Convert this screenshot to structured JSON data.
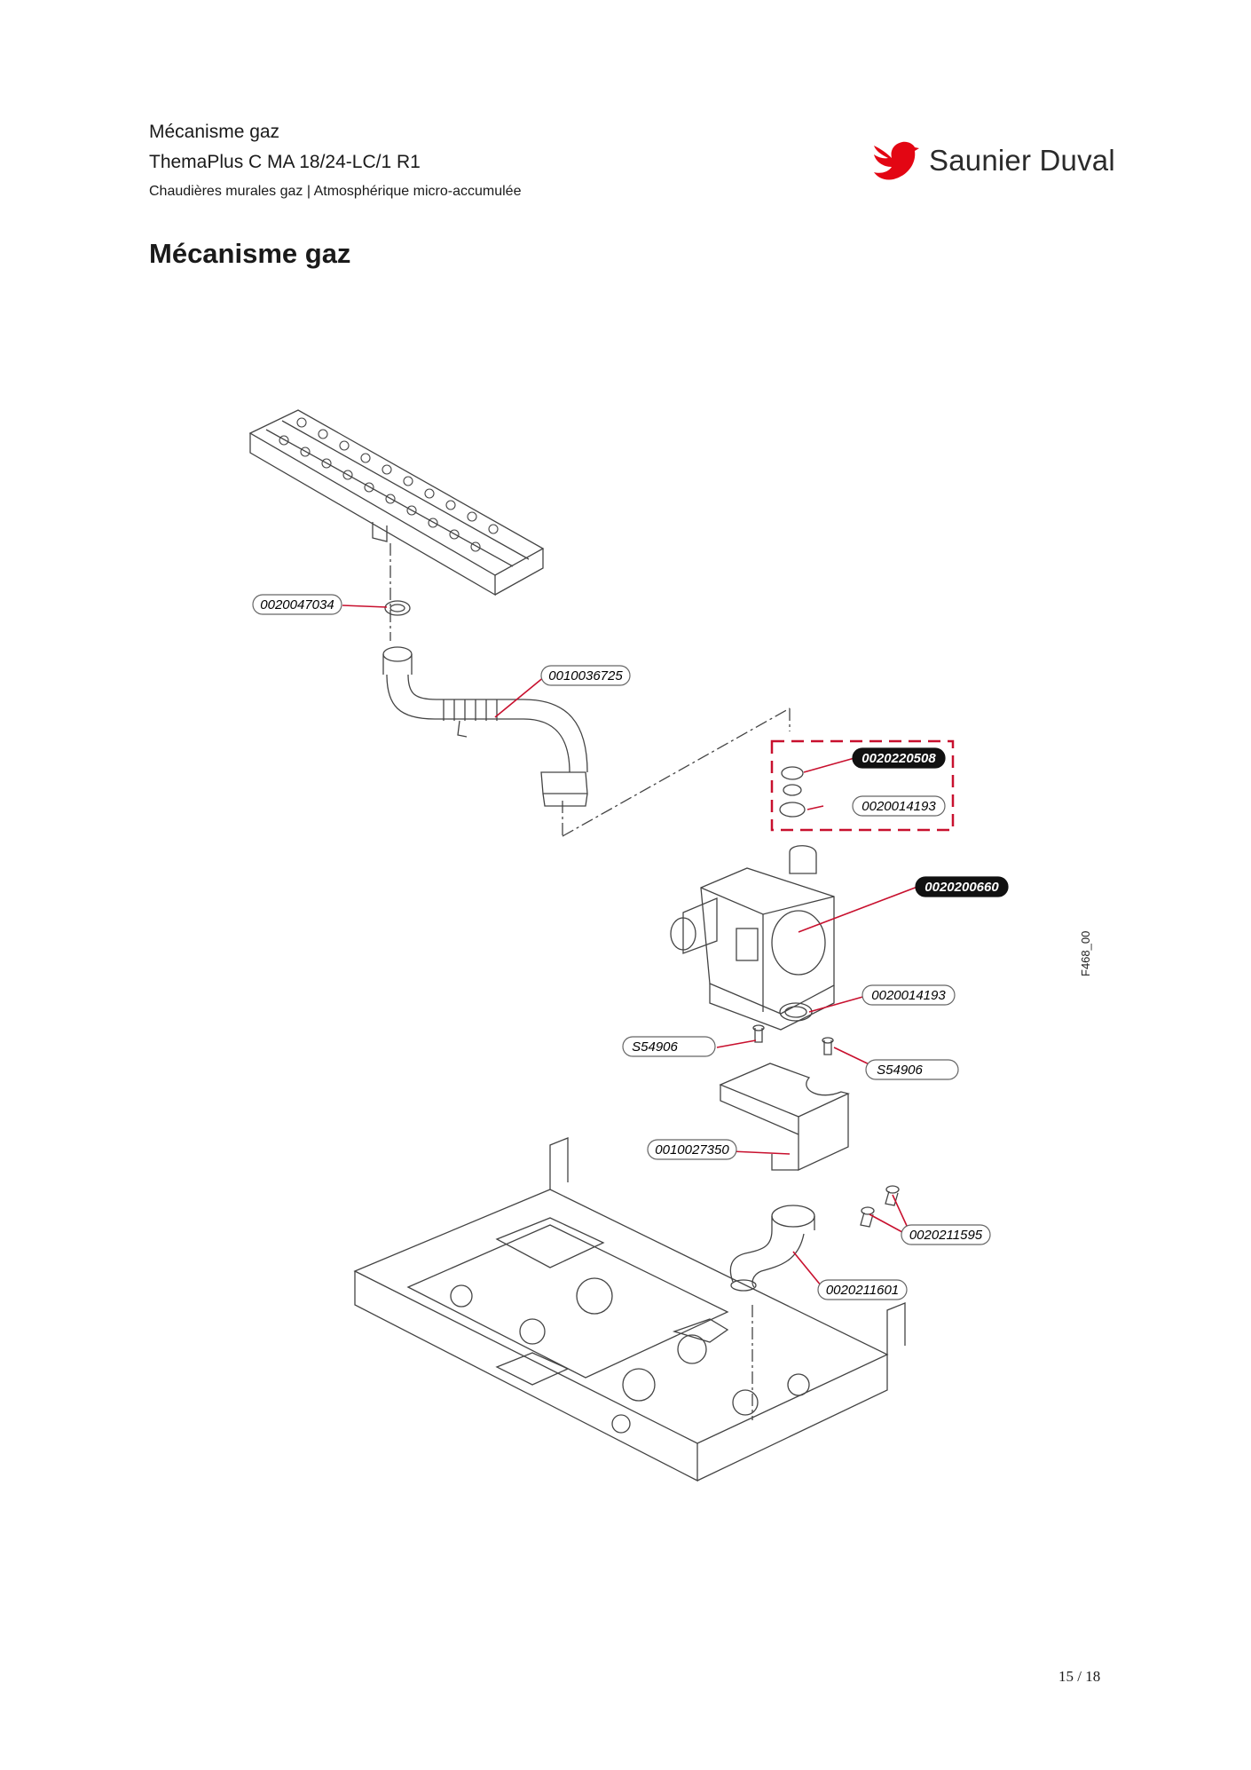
{
  "header": {
    "title": "Mécanisme gaz",
    "model": "ThemaPlus C MA 18/24-LC/1 R1",
    "subtitle": "Chaudières murales gaz | Atmosphérique micro-accumulée"
  },
  "logo": {
    "text": "Saunier Duval",
    "icon": "bird-logo-icon",
    "color": "#e30613"
  },
  "page_heading": "Mécanisme gaz",
  "diagram": {
    "figure_code": "F468_00",
    "accent_color": "#c8102e",
    "callouts": [
      {
        "id": "c1",
        "label": "0020047034",
        "style": "outline"
      },
      {
        "id": "c2",
        "label": "0010036725",
        "style": "outline"
      },
      {
        "id": "c3",
        "label": "0020220508",
        "style": "filled"
      },
      {
        "id": "c4",
        "label": "0020014193",
        "style": "outline"
      },
      {
        "id": "c5",
        "label": "0020200660",
        "style": "filled"
      },
      {
        "id": "c6",
        "label": "0020014193",
        "style": "outline"
      },
      {
        "id": "c7",
        "label": "S54906",
        "style": "outline"
      },
      {
        "id": "c8",
        "label": "S54906",
        "style": "outline"
      },
      {
        "id": "c9",
        "label": "0010027350",
        "style": "outline"
      },
      {
        "id": "c10",
        "label": "0020211595",
        "style": "outline"
      },
      {
        "id": "c11",
        "label": "0020211601",
        "style": "outline"
      }
    ]
  },
  "page_number": "15 / 18"
}
